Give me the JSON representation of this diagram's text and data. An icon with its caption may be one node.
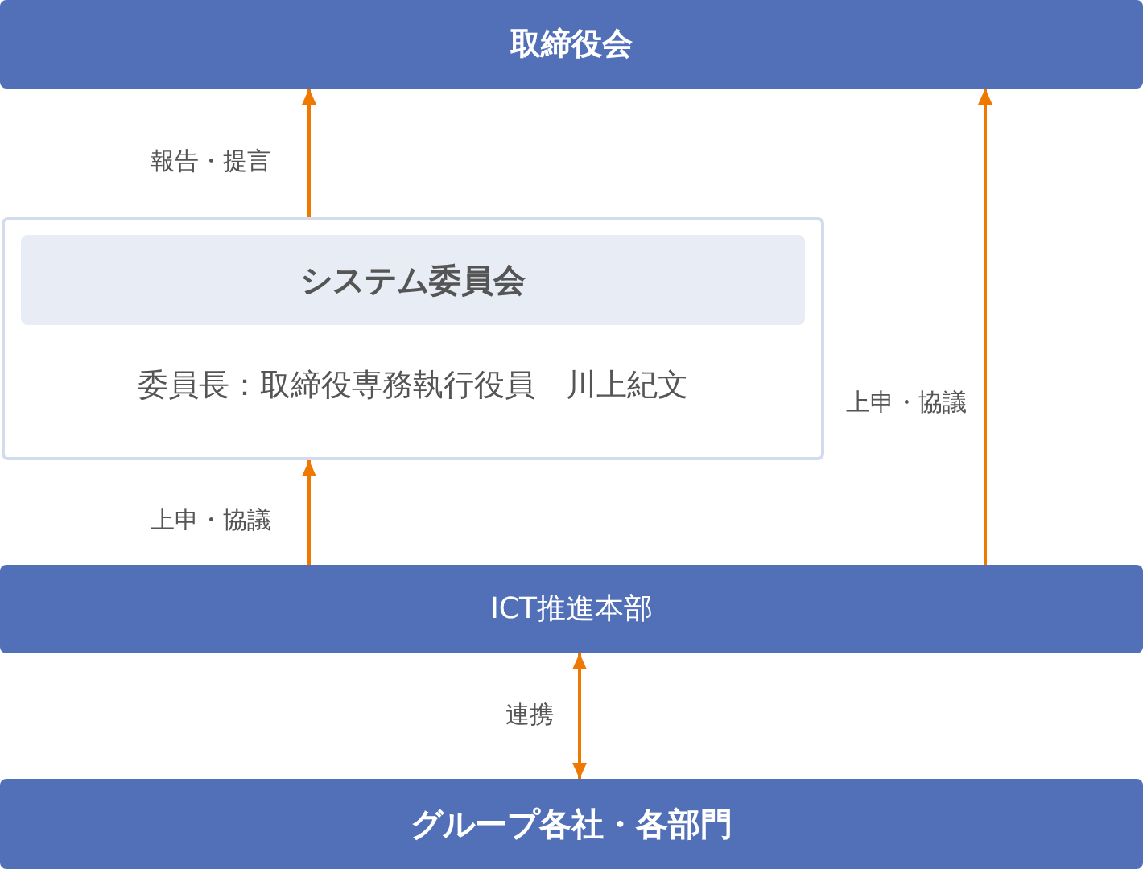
{
  "diagram": {
    "nodes": [
      {
        "text": [
          "取締役会"
        ]
      },
      {
        "text": [
          "委員長：取締役専務執行役員　川上紀文"
        ]
      },
      {
        "text": [
          "システム委員会"
        ],
        "in": 1
      },
      {
        "text": [
          "ICT推進本部"
        ]
      },
      {
        "text": [
          "グループ各社・各部門"
        ]
      }
    ],
    "edges": [
      {
        "from": 1,
        "to": 0,
        "arrow": "to",
        "label": "報告・提言"
      },
      {
        "from": 3,
        "to": 1,
        "arrow": "to",
        "label": "上申・協議"
      },
      {
        "from": 3,
        "to": 0,
        "arrow": "to",
        "label": "上申・協議"
      },
      {
        "from": 3,
        "to": 4,
        "arrow": "both",
        "label": "連携"
      }
    ]
  }
}
